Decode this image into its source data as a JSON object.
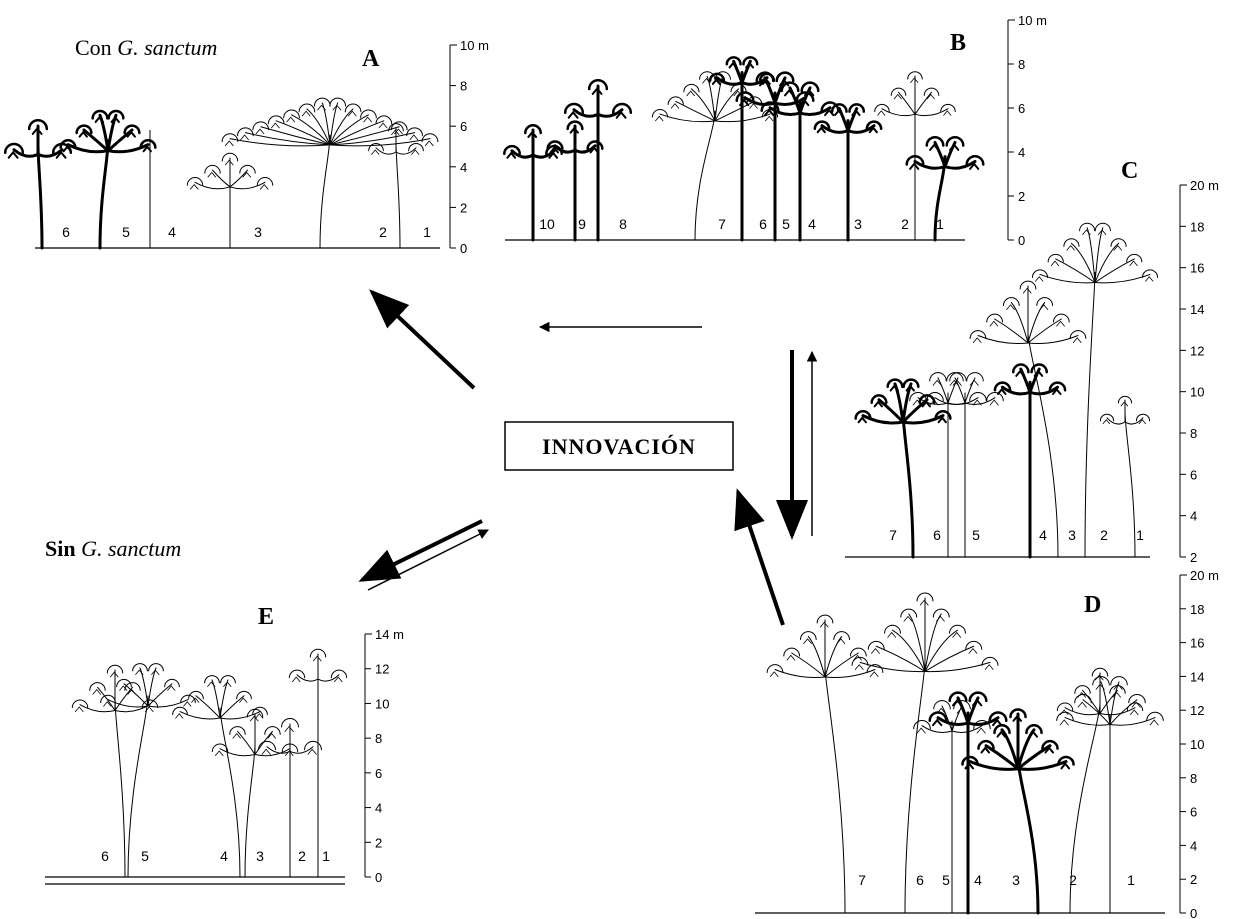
{
  "center": {
    "label": "INNOVACIÓN"
  },
  "group_top": {
    "prefix": "Con ",
    "species": "G. sanctum"
  },
  "group_bottom": {
    "prefix": "Sin ",
    "species": "G. sanctum"
  },
  "panels": [
    {
      "letter": "A",
      "scale": {
        "unit_label": "10 m",
        "ticks": [
          "8",
          "6",
          "4",
          "2",
          "0"
        ]
      },
      "trees": [
        "6",
        "5",
        "4",
        "3",
        "2",
        "1"
      ]
    },
    {
      "letter": "B",
      "scale": {
        "unit_label": "10 m",
        "ticks": [
          "8",
          "6",
          "4",
          "2",
          "0"
        ]
      },
      "trees": [
        "10",
        "9",
        "8",
        "7",
        "6",
        "5",
        "4",
        "3",
        "2",
        "1"
      ]
    },
    {
      "letter": "C",
      "scale": {
        "unit_label": "20 m",
        "ticks": [
          "18",
          "16",
          "14",
          "12",
          "10",
          "8",
          "6",
          "4",
          "2"
        ]
      },
      "trees": [
        "7",
        "6",
        "5",
        "4",
        "3",
        "2",
        "1"
      ]
    },
    {
      "letter": "D",
      "scale": {
        "unit_label": "20 m",
        "ticks": [
          "18",
          "16",
          "14",
          "12",
          "10",
          "8",
          "6",
          "4",
          "2",
          "0"
        ]
      },
      "trees": [
        "7",
        "6",
        "5",
        "4",
        "3",
        "2",
        "1"
      ]
    },
    {
      "letter": "E",
      "scale": {
        "unit_label": "14 m",
        "ticks": [
          "12",
          "10",
          "8",
          "6",
          "4",
          "2",
          "0"
        ]
      },
      "trees": [
        "6",
        "5",
        "4",
        "3",
        "2",
        "1"
      ]
    }
  ],
  "colors": {
    "ink": "#000000",
    "background": "#ffffff"
  }
}
